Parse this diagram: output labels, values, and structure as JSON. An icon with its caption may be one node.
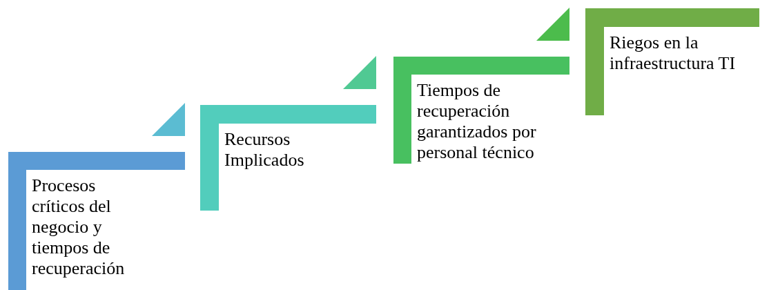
{
  "diagram": {
    "nodes": [
      {
        "text": [
          "Procesos críticos del negocio y tiempos de recuperación"
        ]
      },
      {
        "text": [
          "Recursos Implicados"
        ]
      },
      {
        "text": [
          "Tiempos de recuperación garantizados por personal técnico"
        ]
      },
      {
        "text": [
          "Riegos en la infraestructura TI"
        ]
      }
    ]
  }
}
